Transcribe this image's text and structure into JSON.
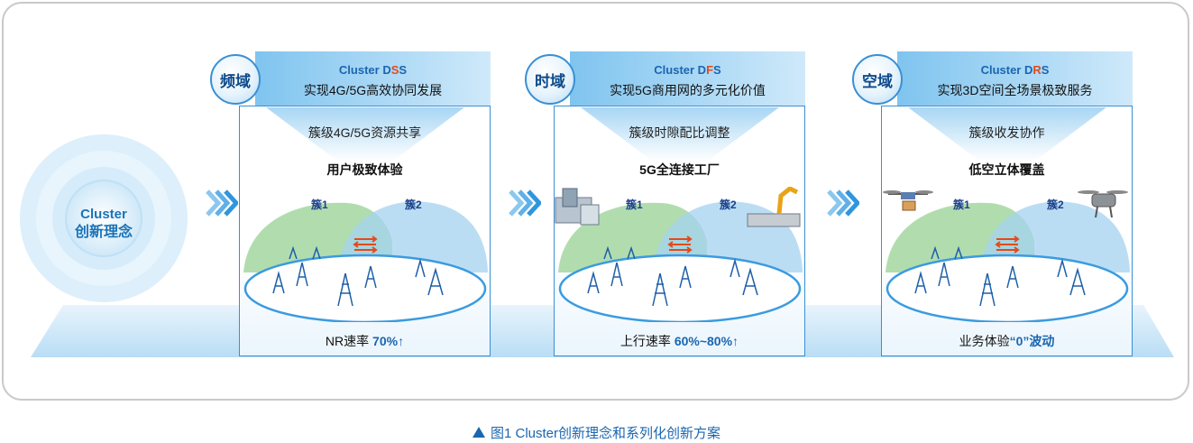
{
  "core": {
    "line1": "Cluster",
    "line2": "创新理念"
  },
  "panels": [
    {
      "badge": "频域",
      "title_prefix": "Cluster D",
      "title_accent": "S",
      "title_suffix": "S",
      "subtitle": "实现4G/5G高效协同发展",
      "funnel_label": "簇级4G/5G资源共享",
      "sub_title": "用户极致体验",
      "cluster1": "簇1",
      "cluster2": "簇2",
      "metric_label": "NR速率 ",
      "metric_value": "70%",
      "metric_arrow": "↑"
    },
    {
      "badge": "时域",
      "title_prefix": "Cluster D",
      "title_accent": "F",
      "title_suffix": "S",
      "subtitle": "实现5G商用网的多元化价值",
      "funnel_label": "簇级时隙配比调整",
      "sub_title": "5G全连接工厂",
      "cluster1": "簇1",
      "cluster2": "簇2",
      "metric_label": "上行速率 ",
      "metric_value": "60%~80%",
      "metric_arrow": "↑"
    },
    {
      "badge": "空域",
      "title_prefix": "Cluster D",
      "title_accent": "R",
      "title_suffix": "S",
      "subtitle": "实现3D空间全场景极致服务",
      "funnel_label": "簇级收发协作",
      "sub_title": "低空立体覆盖",
      "cluster1": "簇1",
      "cluster2": "簇2",
      "metric_label": "业务体验",
      "metric_value": "“0”波动",
      "metric_arrow": ""
    }
  ],
  "caption": "图1  Cluster创新理念和系列化创新方案",
  "colors": {
    "accent": "#1a66b0",
    "title_accent": "#e24a1c",
    "cluster1_fill": "#8fd18f",
    "cluster2_fill": "#8cc7ee"
  }
}
